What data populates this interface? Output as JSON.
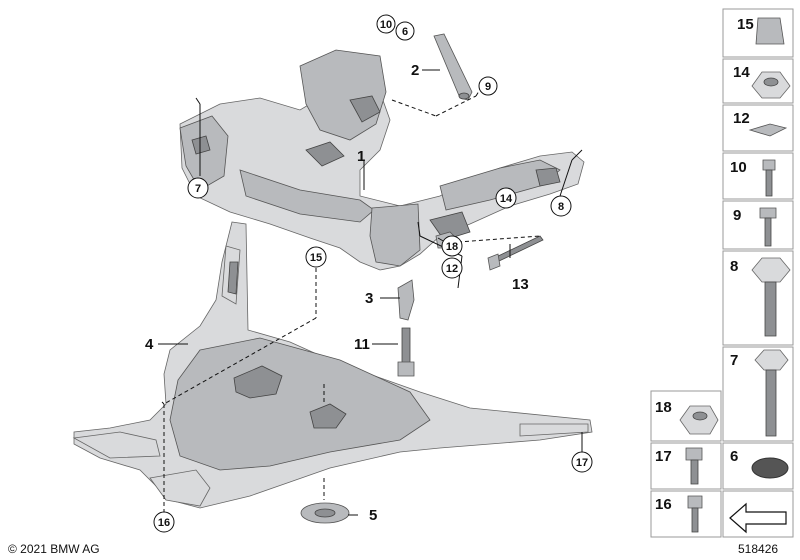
{
  "copyright": "© 2021 BMW AG",
  "diagram_id": "518426",
  "callouts": [
    {
      "id": "1",
      "label": "1",
      "style": "plain"
    },
    {
      "id": "2",
      "label": "2",
      "style": "plain"
    },
    {
      "id": "3",
      "label": "3",
      "style": "plain"
    },
    {
      "id": "4",
      "label": "4",
      "style": "plain"
    },
    {
      "id": "5",
      "label": "5",
      "style": "plain"
    },
    {
      "id": "6",
      "label": "6",
      "style": "circled"
    },
    {
      "id": "7",
      "label": "7",
      "style": "circled"
    },
    {
      "id": "8",
      "label": "8",
      "style": "circled"
    },
    {
      "id": "9",
      "label": "9",
      "style": "circled"
    },
    {
      "id": "10",
      "label": "10",
      "style": "circled"
    },
    {
      "id": "11",
      "label": "11",
      "style": "plain"
    },
    {
      "id": "12",
      "label": "12",
      "style": "circled"
    },
    {
      "id": "13",
      "label": "13",
      "style": "plain"
    },
    {
      "id": "14",
      "label": "14",
      "style": "circled"
    },
    {
      "id": "15",
      "label": "15",
      "style": "circled"
    },
    {
      "id": "16",
      "label": "16",
      "style": "circled"
    },
    {
      "id": "17",
      "label": "17",
      "style": "circled"
    },
    {
      "id": "18",
      "label": "18",
      "style": "circled"
    }
  ],
  "parts_panel": [
    {
      "label": "15",
      "part": "clip-nut"
    },
    {
      "label": "14",
      "part": "collar-nut"
    },
    {
      "label": "12",
      "part": "bracket"
    },
    {
      "label": "10",
      "part": "screw"
    },
    {
      "label": "9",
      "part": "screw"
    },
    {
      "label": "8",
      "part": "long-bolt"
    },
    {
      "label": "7",
      "part": "hex-bolt"
    },
    {
      "label": "18",
      "part": "flange-nut"
    },
    {
      "label": "6",
      "part": "plug"
    },
    {
      "label": "17",
      "part": "short-screw"
    },
    {
      "label": "16",
      "part": "short-screw"
    },
    {
      "label": "",
      "part": "arrow-symbol"
    }
  ]
}
